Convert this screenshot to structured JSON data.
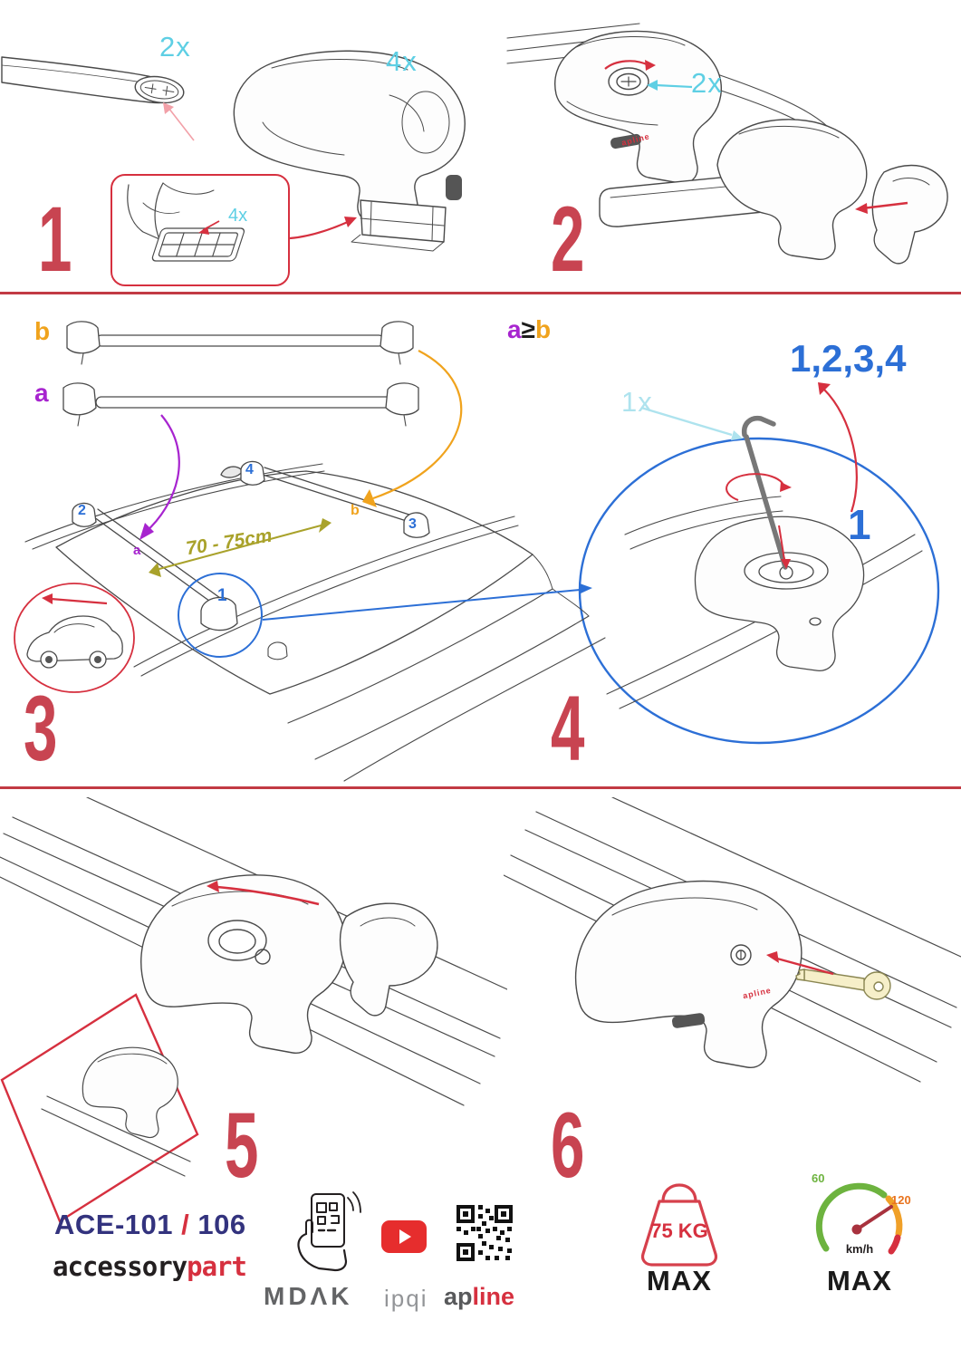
{
  "colors": {
    "step_red": "#c84451",
    "arrow_red": "#d6303f",
    "cyan": "#5ecfe4",
    "light_cyan": "#aee3ee",
    "blue": "#2c6fd6",
    "purple": "#a724cf",
    "orange": "#f0a31d",
    "olive": "#a9a22b",
    "navy": "#33337e",
    "gray": "#636466",
    "green": "#6db33f"
  },
  "steps": {
    "s1": {
      "num": "1",
      "bar_qty": "2x",
      "foot_qty": "4x",
      "pad_qty": "4x"
    },
    "s2": {
      "num": "2",
      "knob_qty": "2x"
    },
    "s3": {
      "num": "3",
      "legend_b": "b",
      "legend_a": "a",
      "pos2": "2",
      "pos4": "4",
      "posb": "b",
      "pos3": "3",
      "posa": "a",
      "pos1": "1",
      "distance": "70 - 75cm"
    },
    "s4": {
      "num": "4",
      "rule_a": "a",
      "rule_op": "≥",
      "rule_b": "b",
      "order": "1,2,3,4",
      "tool_qty": "1x",
      "first": "1"
    },
    "s5": {
      "num": "5"
    },
    "s6": {
      "num": "6"
    }
  },
  "branding": {
    "model_name": "ACE-101",
    "model_sep": " / ",
    "model_alt": "106",
    "brand_word1": "accessory",
    "brand_word2": "part",
    "partner1": "MDΛK",
    "partner2": "ipqi",
    "partner3_a": "ap",
    "partner3_b": "line",
    "product_logo": "apline"
  },
  "limits": {
    "max_load": "75 KG",
    "max_load_label": "MAX",
    "speed_tick_low": "60",
    "speed_tick_high": "120",
    "speed_unit": "km/h",
    "speed_label": "MAX"
  }
}
